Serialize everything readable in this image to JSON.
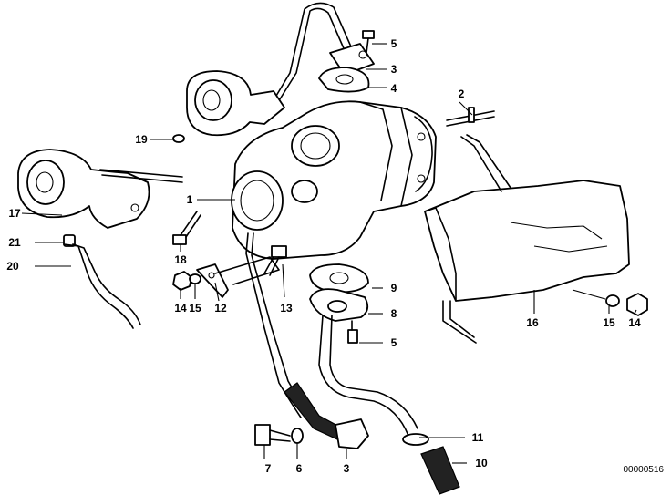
{
  "diagram": {
    "catalog_number": "00000516",
    "callouts": {
      "c1": "1",
      "c2": "2",
      "c3a": "3",
      "c3b": "3",
      "c4": "4",
      "c5a": "5",
      "c5b": "5",
      "c6": "6",
      "c7": "7",
      "c8": "8",
      "c9": "9",
      "c10": "10",
      "c11": "11",
      "c12": "12",
      "c13": "13",
      "c14a": "14",
      "c14b": "14",
      "c15a": "15",
      "c15b": "15",
      "c16": "16",
      "c17": "17",
      "c18": "18",
      "c19": "19",
      "c20": "20",
      "c21": "21"
    }
  }
}
